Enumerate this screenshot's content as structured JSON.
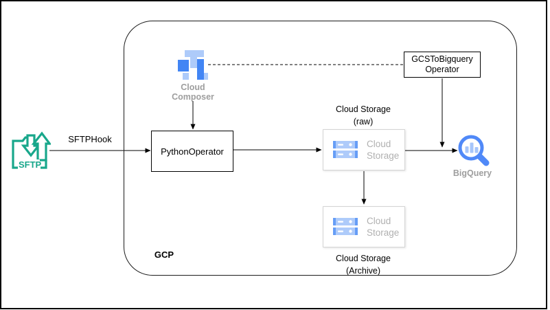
{
  "diagram": {
    "frame_label": "GCP",
    "sftp": {
      "text": "SFTP"
    },
    "edge_sftphook_label": "SFTPHook",
    "python_operator_label": "PythonOperator",
    "gcs_to_bigquery": {
      "line1": "GCSToBigquery",
      "line2": "Operator"
    },
    "cloud_composer": {
      "line1": "Cloud",
      "line2": "Composer"
    },
    "storage_raw": {
      "title1": "Cloud Storage",
      "title2": "(raw)"
    },
    "storage_archive": {
      "title1": "Cloud Storage",
      "title2": "(Archive)"
    },
    "storage_card": {
      "line1": "Cloud",
      "line2": "Storage"
    },
    "bigquery_label": "BigQuery"
  },
  "colors": {
    "sftp_teal": "#18a78b",
    "composer_dark_blue": "#4285f4",
    "light_blue": "#aecbfa",
    "storage_edge_blue": "#669df6",
    "bigquery_blue": "#5089f8",
    "caption_gray": "#9e9e9e",
    "connector_black": "#000000"
  }
}
